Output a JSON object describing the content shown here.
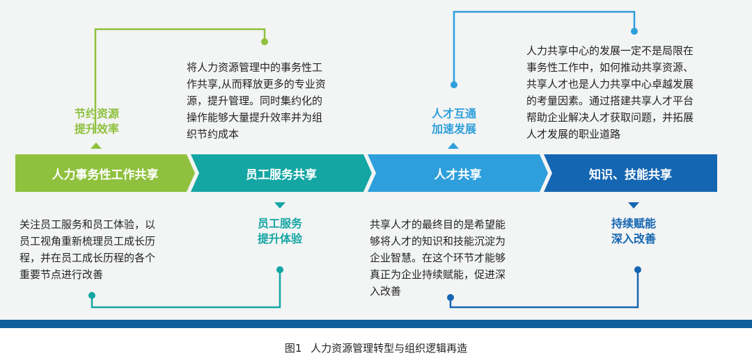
{
  "colors": {
    "green": "#8fc13e",
    "teal": "#14a6a3",
    "sky": "#2e9fdc",
    "blue": "#1566b2",
    "bottom_bar": "#0f5f9c"
  },
  "stages": [
    {
      "label": "人力事务性工作共享"
    },
    {
      "label": "员工服务共享"
    },
    {
      "label": "人才共享"
    },
    {
      "label": "知识、技能共享"
    }
  ],
  "goals": [
    {
      "lines": [
        "节约资源",
        "提升效率"
      ]
    },
    {
      "lines": [
        "员工服务",
        "提升体验"
      ]
    },
    {
      "lines": [
        "人才互通",
        "加速发展"
      ]
    },
    {
      "lines": [
        "持续赋能",
        "深入改善"
      ]
    }
  ],
  "descriptions": [
    {
      "lines": [
        "将人力资源管理中的事务性工",
        "作共享,从而释放更多的专业资",
        "源，提升管理。同时集约化的",
        "操作能够大量提升效率并为组",
        "织节约成本"
      ]
    },
    {
      "lines": [
        "关注员工服务和员工体验，以",
        "员工视角重新梳理员工成长历",
        "程，并在员工成长历程的各个",
        "重要节点进行改善"
      ]
    },
    {
      "lines": [
        "人力共享中心的发展一定不是局限在",
        "事务性工作中，如何推动共享资源、",
        "共享人才也是人力共享中心卓越发展",
        "的考量因素。通过搭建共享人才平台",
        "帮助企业解决人才获取问题，并拓展",
        "人才发展的职业道路"
      ]
    },
    {
      "lines": [
        "共享人才的最终目的是希望能",
        "够将人才的知识和技能沉淀为",
        "企业智慧。在这个环节才能够",
        "真正为企业持续赋能，促进深",
        "入改善"
      ]
    }
  ],
  "caption": {
    "figure": "图1",
    "title": "人力资源管理转型与组织逻辑再造"
  }
}
